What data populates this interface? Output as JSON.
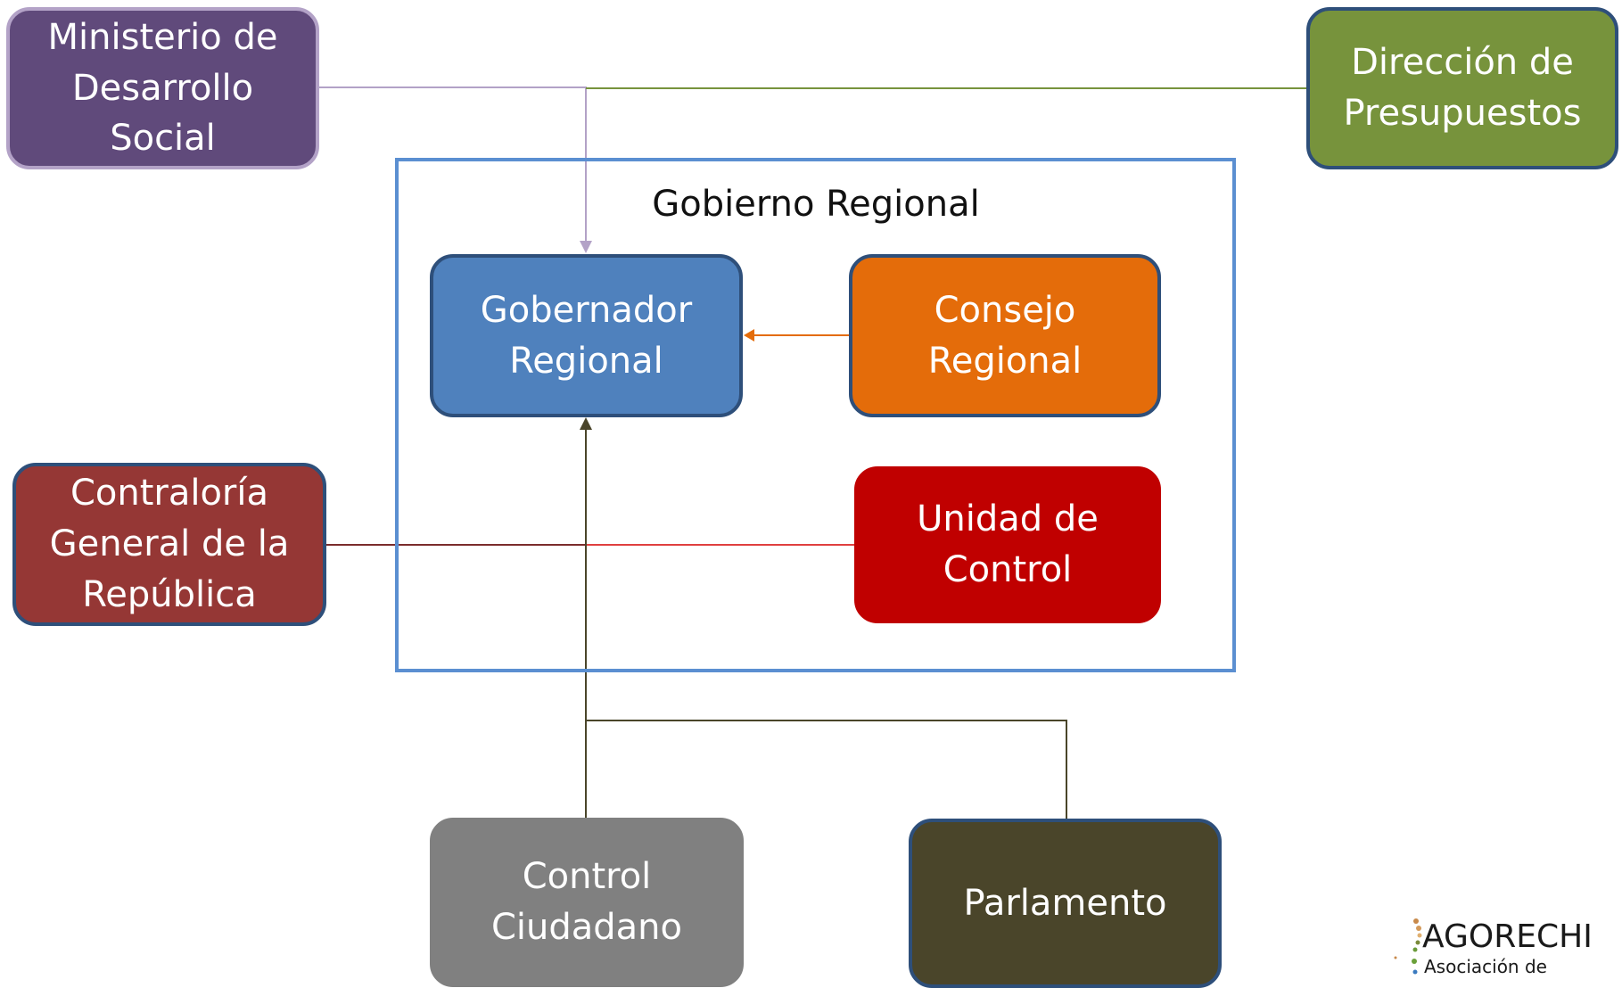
{
  "diagram": {
    "container": {
      "title": "Gobierno Regional"
    },
    "nodes": {
      "ministerio": "Ministerio de\nDesarrollo\nSocial",
      "direccion": "Dirección de\nPresupuestos",
      "gobernador": "Gobernador\nRegional",
      "consejo": "Consejo\nRegional",
      "unidad": "Unidad de\nControl",
      "contraloria": "Contraloría\nGeneral de la\nRepública",
      "control_ciudadano": "Control\nCiudadano",
      "parlamento": "Parlamento"
    },
    "edges": [
      {
        "from": "ministerio",
        "to": "gobernador",
        "color": "#b3a2c7"
      },
      {
        "from": "direccion",
        "to": "gobernador",
        "color": "#77933c"
      },
      {
        "from": "consejo",
        "to": "gobernador",
        "color": "#e46c0a"
      },
      {
        "from": "contraloria",
        "to": "unidad",
        "color": "#c00000"
      },
      {
        "from": "control_ciudadano",
        "to": "gobernador",
        "color": "#4a452a"
      },
      {
        "from": "parlamento",
        "to": "gobernador",
        "color": "#4a452a"
      }
    ]
  },
  "logo": {
    "name": "AGORECHI",
    "subtitle": "Asociación de"
  },
  "colors": {
    "ministerio": "#604a7b",
    "direccion": "#77933c",
    "gobernador": "#4f81bd",
    "consejo": "#e46c0a",
    "unidad": "#c00000",
    "contraloria": "#953735",
    "control_ciudadano": "#808080",
    "parlamento": "#4a452a",
    "container_border": "#5b8fd1"
  }
}
